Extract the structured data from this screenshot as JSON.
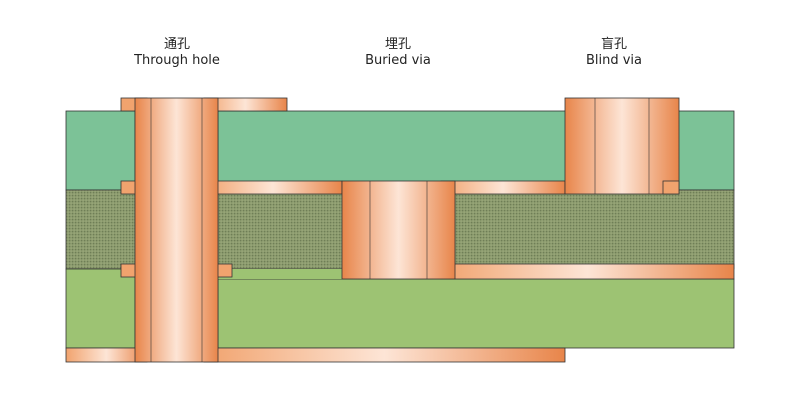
{
  "labels": {
    "through": {
      "cn": "通孔",
      "en": "Through hole"
    },
    "buried": {
      "cn": "埋孔",
      "en": "Buried via"
    },
    "blind": {
      "cn": "盲孔",
      "en": "Blind via"
    }
  },
  "colors": {
    "top_layer": "#7cc297",
    "mid_layer": "#8c9a6e",
    "bottom_layer": "#9dc373",
    "copper_edge": "#e88a4c",
    "copper_light": "#fde3d2",
    "outline": "#333333"
  }
}
